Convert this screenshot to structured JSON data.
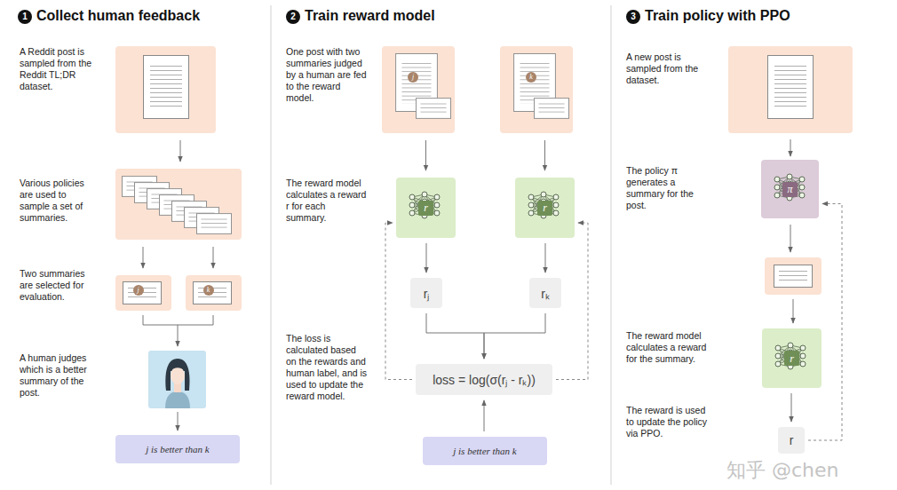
{
  "diagram": {
    "nodes": [
      {
        "text": []
      },
      {
        "text": [
          "j"
        ],
        "in": 0
      },
      {
        "text": []
      },
      {
        "text": [
          "k"
        ],
        "in": 2
      },
      {
        "text": [
          "j is better than k"
        ]
      },
      {
        "text": []
      },
      {
        "text": [
          "j"
        ],
        "in": 5
      },
      {
        "text": []
      },
      {
        "text": [
          "k"
        ],
        "in": 7
      },
      {
        "text": []
      },
      {
        "text": [
          "r"
        ],
        "in": 9
      },
      {
        "text": []
      },
      {
        "text": [
          "r"
        ],
        "in": 11
      },
      {
        "text": [
          "rⱼ"
        ]
      },
      {
        "text": [
          "rₖ"
        ]
      },
      {
        "text": [
          "loss = log(σ(rⱼ - rₖ))"
        ]
      },
      {
        "text": [
          "j is better than k"
        ]
      },
      {
        "text": []
      },
      {
        "text": [
          "π"
        ],
        "in": 17
      },
      {
        "text": []
      },
      {
        "text": [
          "r"
        ],
        "in": 19
      },
      {
        "text": [
          "r"
        ]
      }
    ],
    "edges": [
      {
        "from": 5,
        "to": 9,
        "arrow": "to"
      },
      {
        "from": 7,
        "to": 11,
        "arrow": "to"
      },
      {
        "from": 9,
        "to": 13,
        "arrow": "to"
      },
      {
        "from": 11,
        "to": 14,
        "arrow": "to"
      },
      {
        "from": 13,
        "to": 15,
        "arrow": "to"
      },
      {
        "from": 14,
        "to": 15,
        "arrow": "to"
      },
      {
        "from": 16,
        "to": 15,
        "arrow": "to"
      },
      {
        "from": 15,
        "to": 9,
        "arrow": "to"
      },
      {
        "from": 15,
        "to": 11,
        "arrow": "to"
      },
      {
        "from": 19,
        "to": 21,
        "arrow": "to"
      },
      {
        "from": 21,
        "to": 17,
        "arrow": "to"
      }
    ],
    "labels": [
      "1",
      "Collect human feedback",
      "A Reddit post is sampled from the Reddit TL;DR dataset.",
      "Various policies are used to sample a set of summaries.",
      "Two summaries are selected for evaluation.",
      "A human judges which is a better summary of the post.",
      "2",
      "Train reward model",
      "One post with two summaries judged by a human are fed to the reward model.",
      "The reward model calculates a reward r for each summary.",
      "The loss is calculated based on the rewards and human label, and is used to update the reward model.",
      "3",
      "Train policy with PPO",
      "A new post is sampled from the dataset.",
      "The policy π generates a summary for the post.",
      "The reward model calculates a reward for the summary.",
      "The reward is used to update the policy via PPO.",
      "知乎 @chen"
    ]
  }
}
